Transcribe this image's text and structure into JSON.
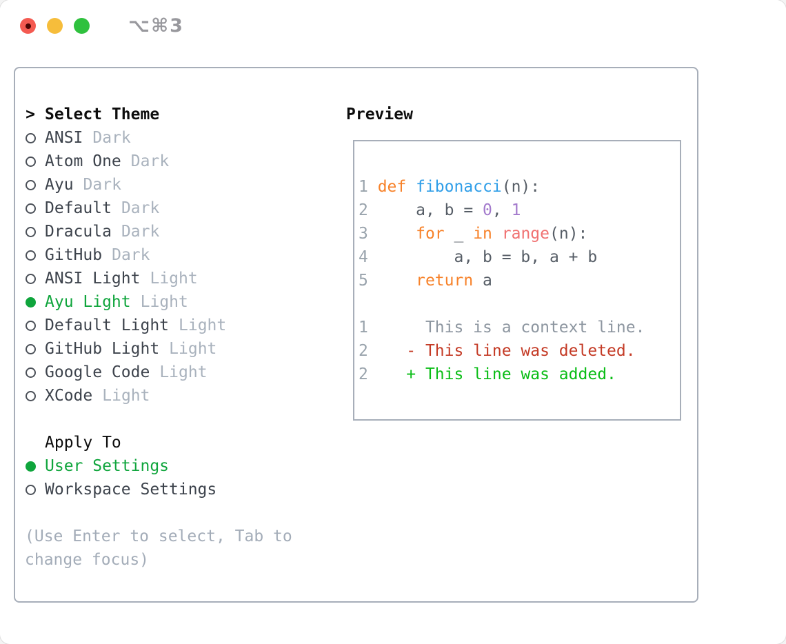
{
  "window": {
    "title": "⌥⌘3"
  },
  "titlebar": {
    "close_label": "close",
    "minimize_label": "minimize",
    "zoom_label": "zoom"
  },
  "colors": {
    "traffic_red": "#f45a51",
    "traffic_red_dot": "#4d0604",
    "traffic_yellow": "#f6bd3b",
    "traffic_green": "#2fc13e",
    "title_gray": "#98989d",
    "header_text": "#0d0d0d",
    "item_name": "#3d434c",
    "item_tag": "#a9b2bd",
    "bullet_outline": "#4b5058",
    "accent_green": "#0fa53c",
    "hint_gray": "#a3acb8",
    "panel_border": "#a7aeb9",
    "ln": "#99a3ac",
    "tx": "#565d66",
    "kw": "#f7822a",
    "fn": "#2f9ee8",
    "num": "#a37acc",
    "sp": "#f07171",
    "ctx": "#8d96a0",
    "del": "#c43b26",
    "add": "#0abd16"
  },
  "theme_picker": {
    "caret": ">",
    "title": "Select Theme",
    "items": [
      {
        "name": "ANSI",
        "tag": "Dark",
        "selected": false
      },
      {
        "name": "Atom One",
        "tag": "Dark",
        "selected": false
      },
      {
        "name": "Ayu",
        "tag": "Dark",
        "selected": false
      },
      {
        "name": "Default",
        "tag": "Dark",
        "selected": false
      },
      {
        "name": "Dracula",
        "tag": "Dark",
        "selected": false
      },
      {
        "name": "GitHub",
        "tag": "Dark",
        "selected": false
      },
      {
        "name": "ANSI Light",
        "tag": "Light",
        "selected": false
      },
      {
        "name": "Ayu Light",
        "tag": "Light",
        "selected": true
      },
      {
        "name": "Default Light",
        "tag": "Light",
        "selected": false
      },
      {
        "name": "GitHub Light",
        "tag": "Light",
        "selected": false
      },
      {
        "name": "Google Code",
        "tag": "Light",
        "selected": false
      },
      {
        "name": "XCode",
        "tag": "Light",
        "selected": false
      }
    ],
    "apply_to": {
      "title": "Apply To",
      "options": [
        {
          "name": "User Settings",
          "selected": true
        },
        {
          "name": "Workspace Settings",
          "selected": false
        }
      ]
    },
    "hint": "(Use Enter to select, Tab to change focus)"
  },
  "preview": {
    "title": "Preview",
    "lines": [
      {
        "segments": [
          {
            "t": "1 ",
            "c": "ln"
          },
          {
            "t": "def",
            "c": "kw"
          },
          {
            "t": " ",
            "c": "tx"
          },
          {
            "t": "fibonacci",
            "c": "fn"
          },
          {
            "t": "(n):",
            "c": "tx"
          }
        ]
      },
      {
        "segments": [
          {
            "t": "2 ",
            "c": "ln"
          },
          {
            "t": "    a, b = ",
            "c": "tx"
          },
          {
            "t": "0",
            "c": "num"
          },
          {
            "t": ", ",
            "c": "tx"
          },
          {
            "t": "1",
            "c": "num"
          }
        ]
      },
      {
        "segments": [
          {
            "t": "3 ",
            "c": "ln"
          },
          {
            "t": "    ",
            "c": "tx"
          },
          {
            "t": "for",
            "c": "kw"
          },
          {
            "t": " _ ",
            "c": "tx"
          },
          {
            "t": "in",
            "c": "kw"
          },
          {
            "t": " ",
            "c": "tx"
          },
          {
            "t": "range",
            "c": "sp"
          },
          {
            "t": "(n):",
            "c": "tx"
          }
        ]
      },
      {
        "segments": [
          {
            "t": "4 ",
            "c": "ln"
          },
          {
            "t": "        a, b = b, a + b",
            "c": "tx"
          }
        ]
      },
      {
        "segments": [
          {
            "t": "5 ",
            "c": "ln"
          },
          {
            "t": "    ",
            "c": "tx"
          },
          {
            "t": "return",
            "c": "kw"
          },
          {
            "t": " a",
            "c": "tx"
          }
        ]
      },
      {
        "segments": []
      },
      {
        "segments": [
          {
            "t": "1 ",
            "c": "ln"
          },
          {
            "t": "     This is a context line.",
            "c": "ctx"
          }
        ]
      },
      {
        "segments": [
          {
            "t": "2 ",
            "c": "ln"
          },
          {
            "t": "   ",
            "c": "tx"
          },
          {
            "t": "- This line was deleted.",
            "c": "del"
          }
        ]
      },
      {
        "segments": [
          {
            "t": "2 ",
            "c": "ln"
          },
          {
            "t": "   ",
            "c": "tx"
          },
          {
            "t": "+ This line was added.",
            "c": "add"
          }
        ]
      }
    ]
  }
}
